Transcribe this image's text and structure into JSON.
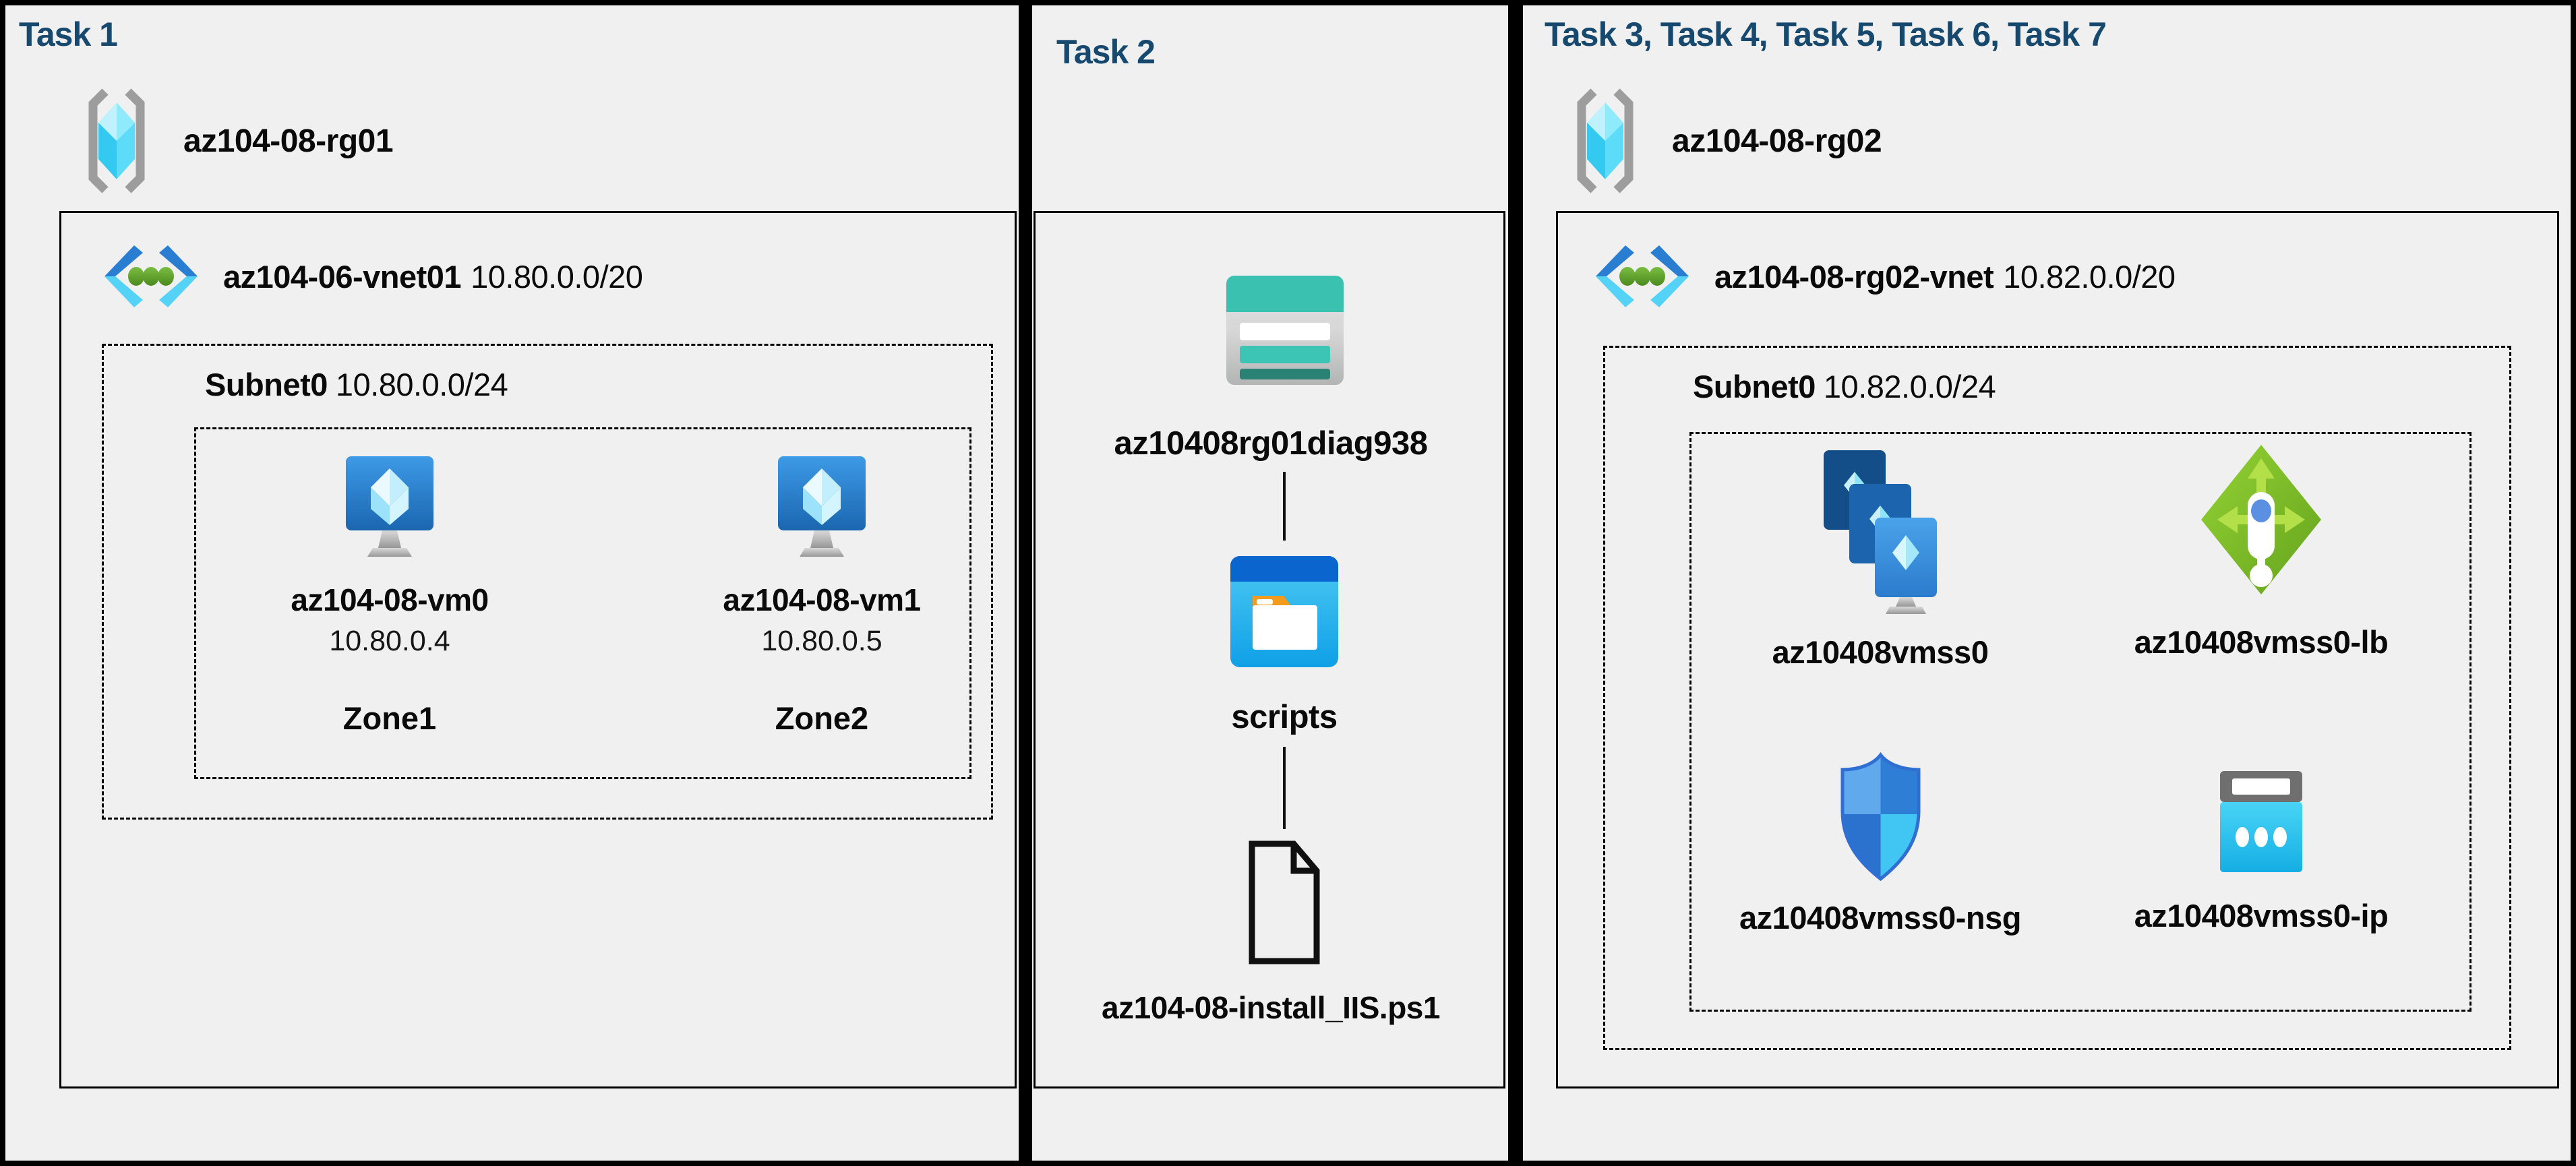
{
  "task1": {
    "title": "Task 1",
    "rg_name": "az104-08-rg01",
    "vnet_name": "az104-06-vnet01",
    "vnet_cidr": "10.80.0.0/20",
    "subnet_name": "Subnet0",
    "subnet_cidr": "10.80.0.0/24",
    "vms": [
      {
        "name": "az104-08-vm0",
        "ip": "10.80.0.4",
        "zone": "Zone1"
      },
      {
        "name": "az104-08-vm1",
        "ip": "10.80.0.5",
        "zone": "Zone2"
      }
    ]
  },
  "task2": {
    "title": "Task 2",
    "storage_account": "az10408rg01diag938",
    "container": "scripts",
    "file": "az104-08-install_IIS.ps1"
  },
  "task37": {
    "title": "Task 3, Task 4, Task 5, Task 6, Task 7",
    "rg_name": "az104-08-rg02",
    "vnet_name": "az104-08-rg02-vnet",
    "vnet_cidr": "10.82.0.0/20",
    "subnet_name": "Subnet0",
    "subnet_cidr": "10.82.0.0/24",
    "resources": [
      {
        "name": "az10408vmss0",
        "type": "vm-scale-set"
      },
      {
        "name": "az10408vmss0-lb",
        "type": "load-balancer"
      },
      {
        "name": "az10408vmss0-nsg",
        "type": "network-security-group"
      },
      {
        "name": "az10408vmss0-ip",
        "type": "public-ip"
      }
    ]
  },
  "icons": {
    "resource_group": "resource-group-icon",
    "virtual_network": "virtual-network-icon",
    "virtual_machine": "virtual-machine-icon",
    "storage_account": "storage-account-icon",
    "blob_container": "blob-container-icon",
    "script_file": "file-icon",
    "vm_scale_set": "vm-scale-set-icon",
    "load_balancer": "load-balancer-icon",
    "network_security_group": "nsg-shield-icon",
    "public_ip": "public-ip-icon"
  },
  "colors": {
    "background": "#000000",
    "panel": "#f0f0f1",
    "title_navy": "#17496f",
    "text": "#0a0a0a",
    "azure_blue": "#2a7ed2",
    "light_cyan": "#54d3f6",
    "green": "#6cb33a",
    "teal": "#3ac1b0",
    "orange": "#f39b1c"
  }
}
